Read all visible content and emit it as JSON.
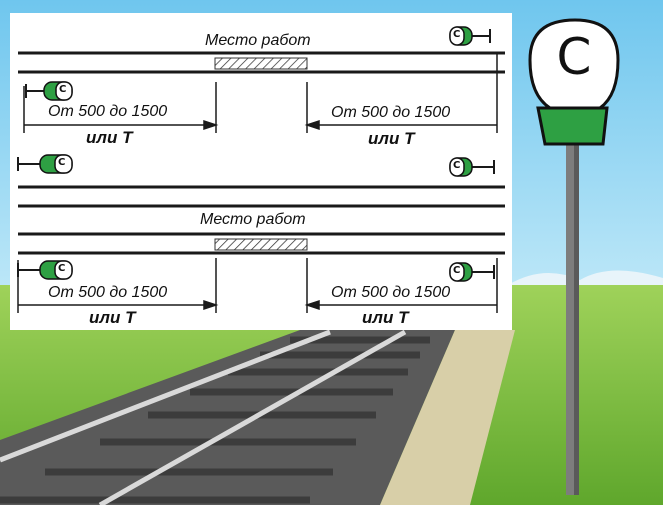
{
  "labels": {
    "work_place": "Место работ",
    "distance": "От 500 до 1500",
    "or_t": "или Т"
  },
  "sign_letter": "С",
  "colors": {
    "sky": "#8fd3f2",
    "grass": "#7fc33e",
    "sign_green": "#2ea043",
    "panel": "#ffffff",
    "rail": "#1a1a1a"
  }
}
